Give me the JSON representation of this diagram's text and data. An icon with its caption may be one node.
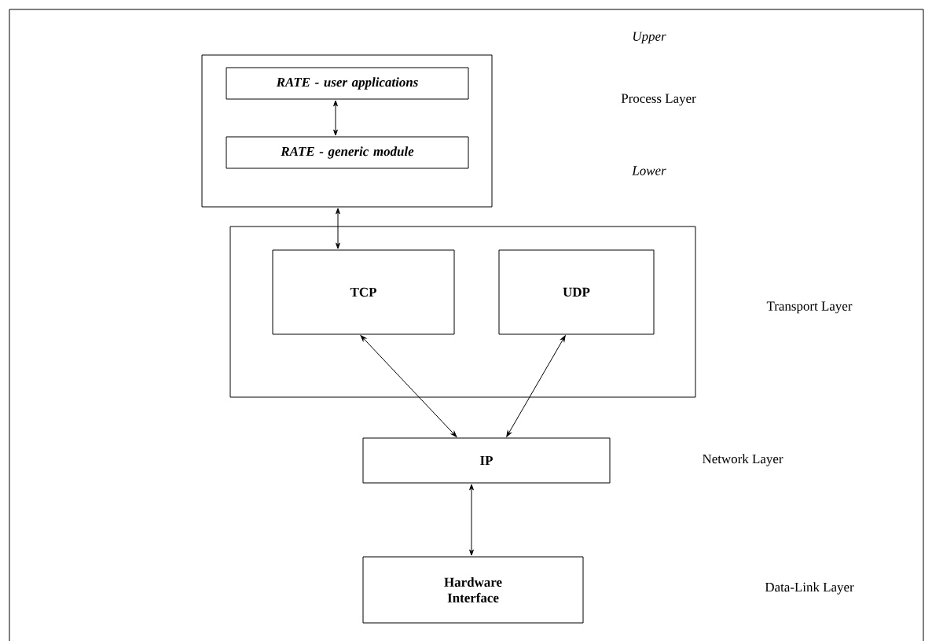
{
  "diagram": {
    "nodes": [
      {
        "text": [],
        "shape": "box"
      },
      {
        "text": [
          "RATE - user applications"
        ],
        "in": 0
      },
      {
        "text": [
          "RATE - generic module"
        ],
        "in": 0
      },
      {
        "text": [],
        "shape": "box"
      },
      {
        "text": [
          "TCP"
        ],
        "in": 3
      },
      {
        "text": [
          "UDP"
        ],
        "in": 3
      },
      {
        "text": [
          "IP"
        ]
      },
      {
        "text": [
          "Hardware Interface"
        ]
      }
    ],
    "edges": [
      {
        "from": 1,
        "to": 2,
        "arrow": "both"
      },
      {
        "from": 0,
        "to": 4,
        "arrow": "both"
      },
      {
        "from": 4,
        "to": 6,
        "arrow": "both"
      },
      {
        "from": 5,
        "to": 6,
        "arrow": "both"
      },
      {
        "from": 6,
        "to": 7,
        "arrow": "both"
      }
    ],
    "labels": [
      "Upper",
      "Process Layer",
      "Lower",
      "Transport Layer",
      "Network Layer",
      "Data-Link Layer"
    ]
  }
}
